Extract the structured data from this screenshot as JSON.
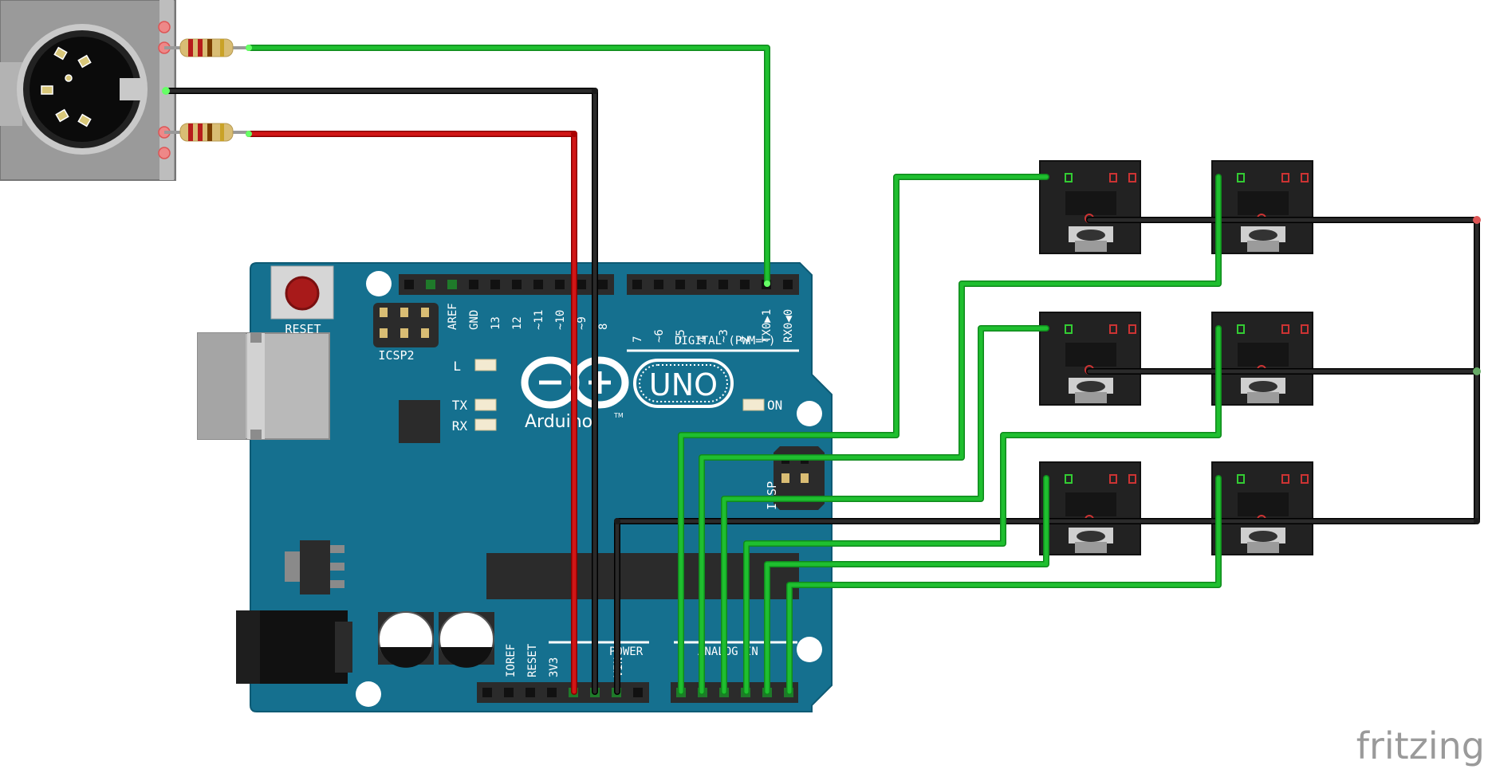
{
  "brand": {
    "watermark": "fritzing"
  },
  "board": {
    "reset_label": "RESET",
    "icsp2_label": "ICSP2",
    "icsp_label": "ICSP",
    "led_l": "L",
    "led_tx": "TX",
    "led_rx": "RX",
    "led_on": "ON",
    "logo_uno": "UNO",
    "logo_arduino": "Arduino",
    "logo_tm": "TM",
    "digital_label": "DIGITAL (PWM=~)",
    "digital_top_pins": [
      "AREF",
      "GND",
      "13",
      "12",
      "~11",
      "~10",
      "~9",
      "8"
    ],
    "digital_bottom_pins": [
      "7",
      "~6",
      "~5",
      "4",
      "~3",
      "2",
      "TX0▶1",
      "RX0◀0"
    ],
    "power_pins": [
      "IOREF",
      "RESET",
      "3V3"
    ],
    "power_label": "POWER",
    "vin_label": "VIN",
    "analog_label": "ANALOG IN"
  },
  "colors": {
    "board": "#15708f",
    "wire_green": "#1fbf2f",
    "wire_red": "#cc1111",
    "wire_black": "#1a1a1a",
    "jack_body": "#222222"
  }
}
